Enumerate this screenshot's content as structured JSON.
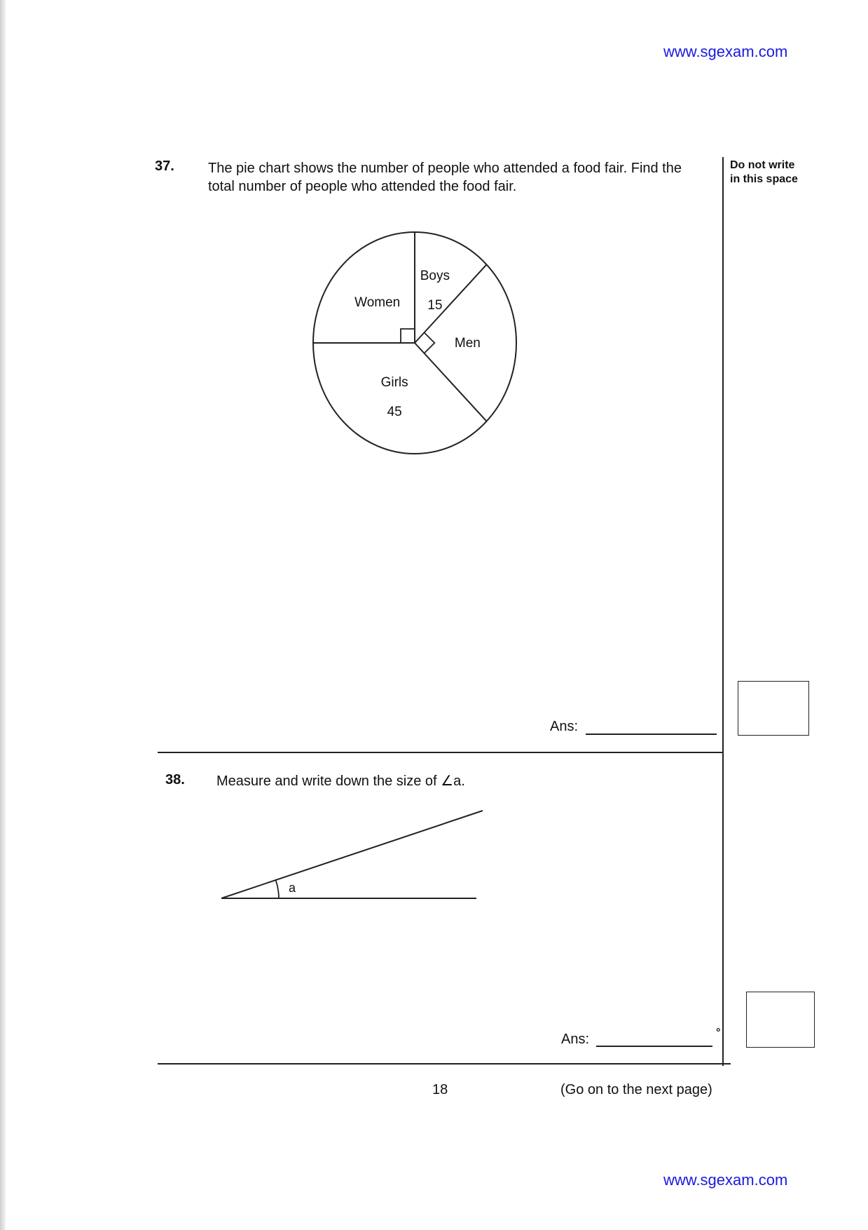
{
  "header": {
    "url": "www.sgexam.com"
  },
  "margin_note": {
    "line1": "Do not write",
    "line2": "in this space"
  },
  "q37": {
    "number": "37.",
    "text_line1": "The pie chart shows the number of people who attended a food fair. Find the",
    "text_line2": "total number of people who attended the food fair.",
    "answer_label": "Ans:"
  },
  "chart_data": {
    "type": "pie",
    "title": "",
    "sectors": [
      {
        "name": "Boys",
        "value": "15",
        "angle_deg": 45
      },
      {
        "name": "Men",
        "value": "",
        "angle_deg": 90
      },
      {
        "name": "Girls",
        "value": "45",
        "angle_deg": 135
      },
      {
        "name": "Women",
        "value": "",
        "angle_deg": 90
      }
    ],
    "right_angle_markers": [
      "Women",
      "Men"
    ]
  },
  "q38": {
    "number": "38.",
    "text": "Measure and write down the size of ∠a.",
    "angle_label": "a",
    "answer_label": "Ans:",
    "degree_symbol": "°"
  },
  "footer": {
    "page_number": "18",
    "continue_note": "(Go on to the next page)",
    "url": "www.sgexam.com"
  }
}
